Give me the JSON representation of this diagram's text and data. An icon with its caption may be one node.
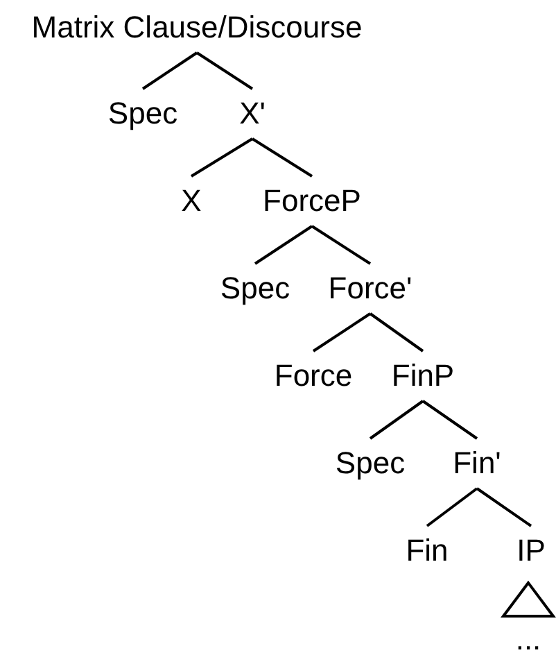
{
  "diagram": {
    "nodes": [
      {
        "text": [
          "Matrix Clause/Discourse"
        ]
      },
      {
        "text": [
          "Spec"
        ]
      },
      {
        "text": [
          "X'"
        ]
      },
      {
        "text": [
          "X"
        ]
      },
      {
        "text": [
          "ForceP"
        ]
      },
      {
        "text": [
          "Spec"
        ]
      },
      {
        "text": [
          "Force'"
        ]
      },
      {
        "text": [
          "Force"
        ]
      },
      {
        "text": [
          "FinP"
        ]
      },
      {
        "text": [
          "Spec"
        ]
      },
      {
        "text": [
          "Fin'"
        ]
      },
      {
        "text": [
          "Fin"
        ]
      },
      {
        "text": [
          "IP"
        ]
      },
      {
        "text": [
          "..."
        ]
      }
    ],
    "edges": [
      {
        "from": 0,
        "to": 1,
        "arrow": "none"
      },
      {
        "from": 0,
        "to": 2,
        "arrow": "none"
      },
      {
        "from": 2,
        "to": 3,
        "arrow": "none"
      },
      {
        "from": 2,
        "to": 4,
        "arrow": "none"
      },
      {
        "from": 4,
        "to": 5,
        "arrow": "none"
      },
      {
        "from": 4,
        "to": 6,
        "arrow": "none"
      },
      {
        "from": 6,
        "to": 7,
        "arrow": "none"
      },
      {
        "from": 6,
        "to": 8,
        "arrow": "none"
      },
      {
        "from": 8,
        "to": 9,
        "arrow": "none"
      },
      {
        "from": 8,
        "to": 10,
        "arrow": "none"
      },
      {
        "from": 10,
        "to": 11,
        "arrow": "none"
      },
      {
        "from": 10,
        "to": 12,
        "arrow": "none"
      }
    ]
  }
}
